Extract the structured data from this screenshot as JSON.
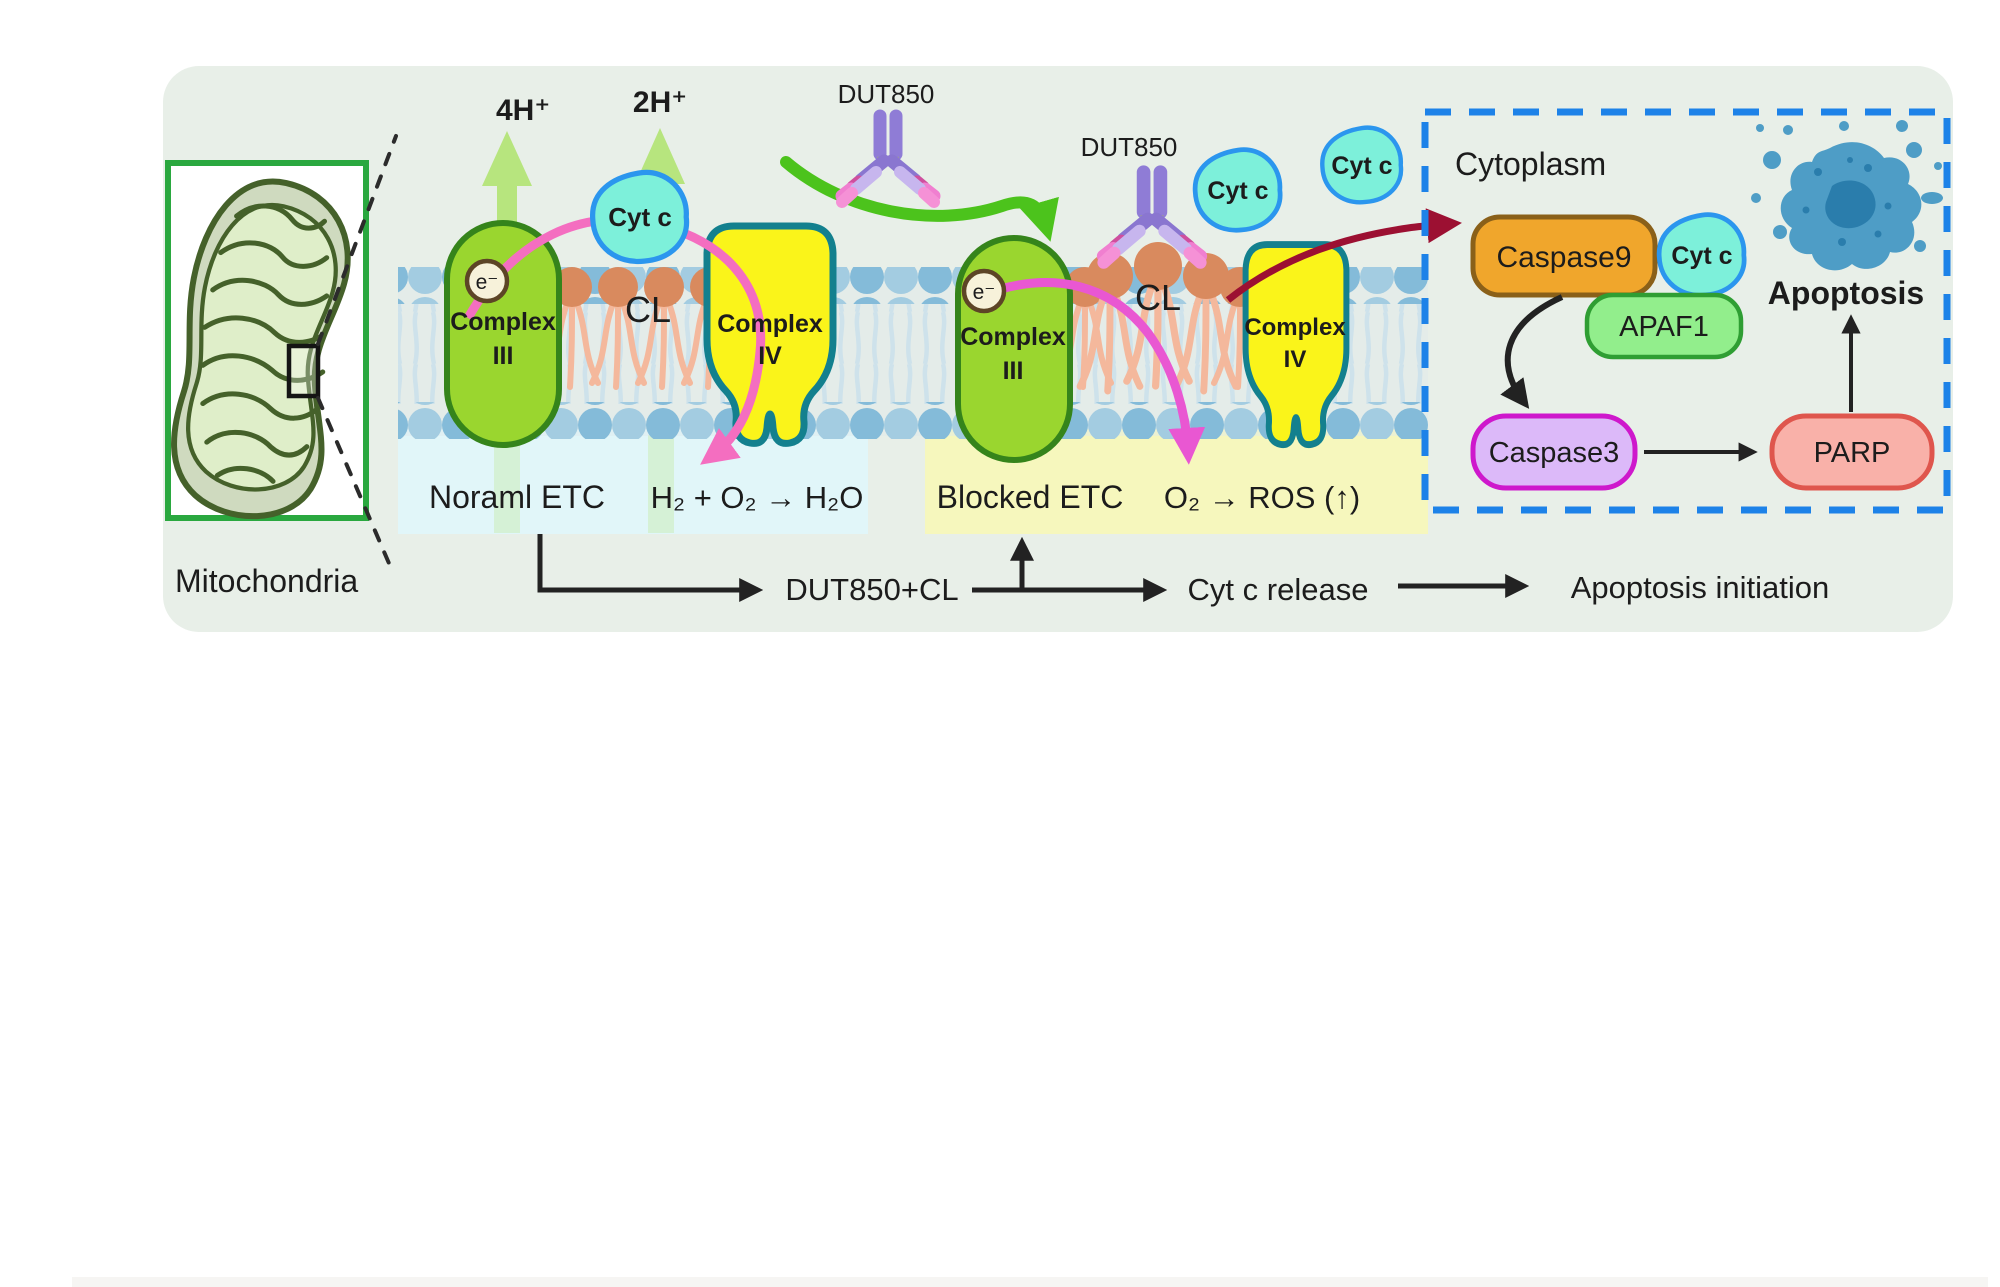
{
  "diagram": {
    "mitochondria_label": "Mitochondria",
    "protons": {
      "complex3": "4H⁺",
      "complex4": "2H⁺"
    },
    "electron": "e⁻",
    "cyt_c": "Cyt c",
    "cl": "CL",
    "complex3": {
      "line1": "Complex",
      "line2": "III"
    },
    "complex4": {
      "line1": "Complex",
      "line2": "IV"
    },
    "antibody": "DUT850",
    "normal_etc": {
      "label": "Noraml ETC",
      "reaction": "H₂ + O₂ → H₂O"
    },
    "blocked_etc": {
      "label": "Blocked ETC",
      "reaction": "O₂ → ROS (↑)"
    },
    "cytoplasm": {
      "label": "Cytoplasm",
      "caspase9": "Caspase9",
      "cyt_c": "Cyt c",
      "apaf1": "APAF1",
      "caspase3": "Caspase3",
      "parp": "PARP",
      "apoptosis": "Apoptosis"
    },
    "flow": {
      "step1": "DUT850+CL",
      "step2": "Cyt c release",
      "step3": "Apoptosis initiation"
    },
    "colors": {
      "panel_bg": "#e8efe8",
      "normal_bg": "#e1f6f9",
      "blocked_bg": "#f6f7bd",
      "complex3_fill": "#9ad62f",
      "complex4_fill": "#faf41a",
      "cytc_fill": "#7df0da",
      "cytoplasm_border": "#1d82e8",
      "caspase9_fill": "#f0a62c",
      "apaf1_fill": "#92ee8c",
      "caspase3_fill": "#dcb9f9",
      "parp_fill": "#f9b1a9",
      "proton_text": "#164e87",
      "release_arrow": "#9c1032",
      "ros_arrow": "#e957d2",
      "dut850_green_arrow": "#4cc31c"
    }
  }
}
